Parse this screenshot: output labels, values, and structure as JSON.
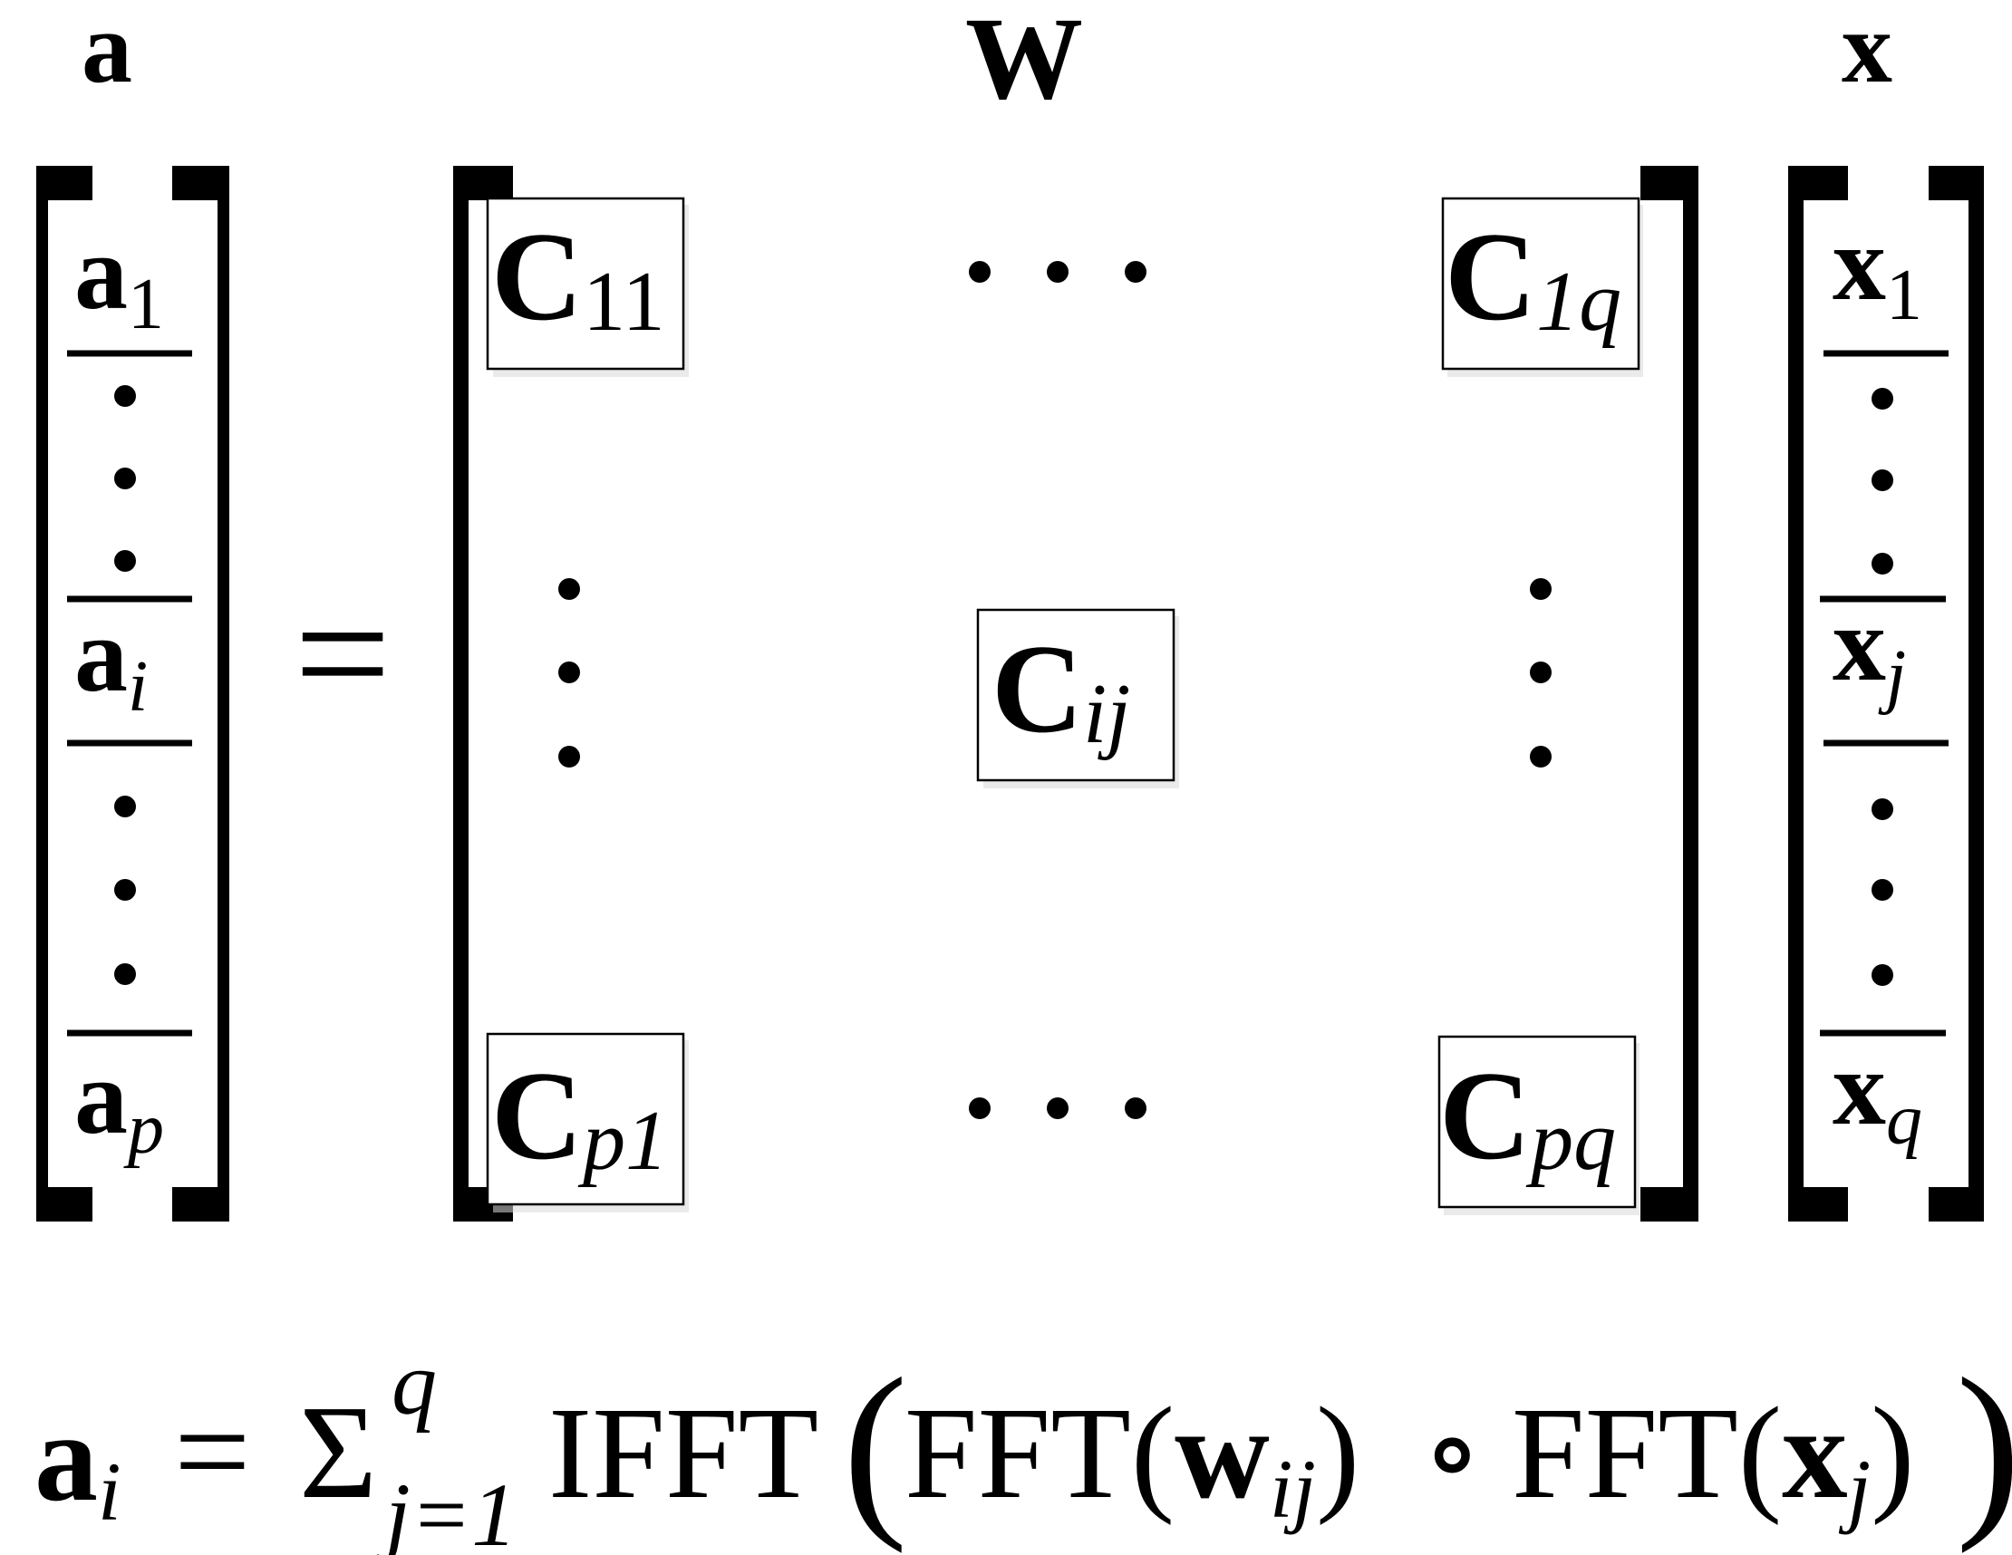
{
  "headers": {
    "a": "a",
    "W": "W",
    "x": "x"
  },
  "vector_a": {
    "entries": [
      {
        "base": "a",
        "sub": "1"
      },
      {
        "base": "a",
        "sub": "i"
      },
      {
        "base": "a",
        "sub": "p"
      }
    ]
  },
  "vector_x": {
    "entries": [
      {
        "base": "x",
        "sub": "1"
      },
      {
        "base": "x",
        "sub": "j"
      },
      {
        "base": "x",
        "sub": "q"
      }
    ]
  },
  "equals_sign": "=",
  "matrix_W": {
    "blocks": [
      {
        "base": "C",
        "sub": "11"
      },
      {
        "base": "C",
        "sub": "1q"
      },
      {
        "base": "C",
        "sub": "ij"
      },
      {
        "base": "C",
        "sub": "p1"
      },
      {
        "base": "C",
        "sub": "pq"
      }
    ],
    "ellipsis": "· · ·"
  },
  "formula": {
    "lhs_base": "a",
    "lhs_sub": "i",
    "equals": "=",
    "sigma": "Σ",
    "sigma_sup": "q",
    "sigma_sub": "j=1",
    "ifft": "IFFT",
    "fft": "FFT",
    "w_base": "w",
    "w_sub": "ij",
    "circ": "∘",
    "x_base": "x",
    "x_sub": "j",
    "open_paren": "(",
    "close_paren": ")"
  },
  "colors": {
    "ink": "#000000",
    "background": "#ffffff",
    "shadow": "#d9d9d9"
  }
}
